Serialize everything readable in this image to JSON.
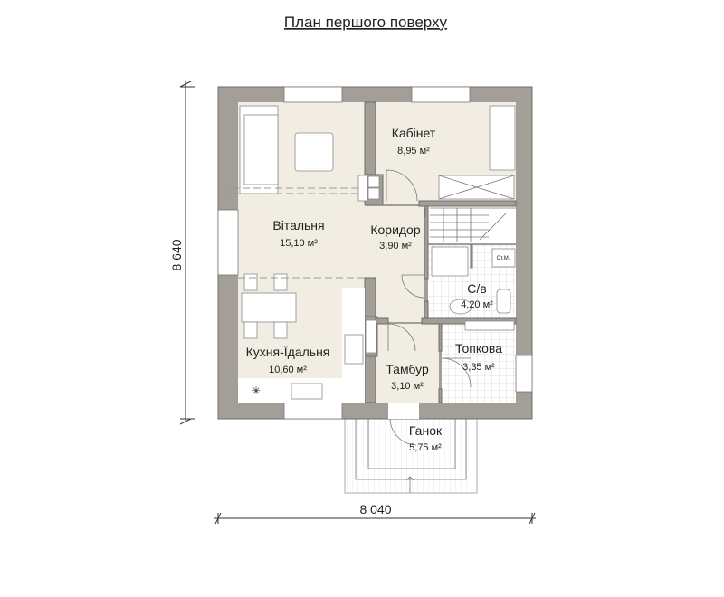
{
  "title": "План першого поверху",
  "dimensions": {
    "height": "8 640",
    "width": "8 040"
  },
  "rooms": [
    {
      "name": "Кабінет",
      "area": "8,95 м²"
    },
    {
      "name": "Вітальня",
      "area": "15,10 м²"
    },
    {
      "name": "Коридор",
      "area": "3,90 м²"
    },
    {
      "name": "С/в",
      "area": "4,20 м²"
    },
    {
      "name": "Кухня-Їдальня",
      "area": "10,60 м²"
    },
    {
      "name": "Топкова",
      "area": "3,35 м²"
    },
    {
      "name": "Тамбур",
      "area": "3,10 м²"
    },
    {
      "name": "Ганок",
      "area": "5,75 м²"
    }
  ],
  "labels": {
    "washer": "Ст.М."
  }
}
